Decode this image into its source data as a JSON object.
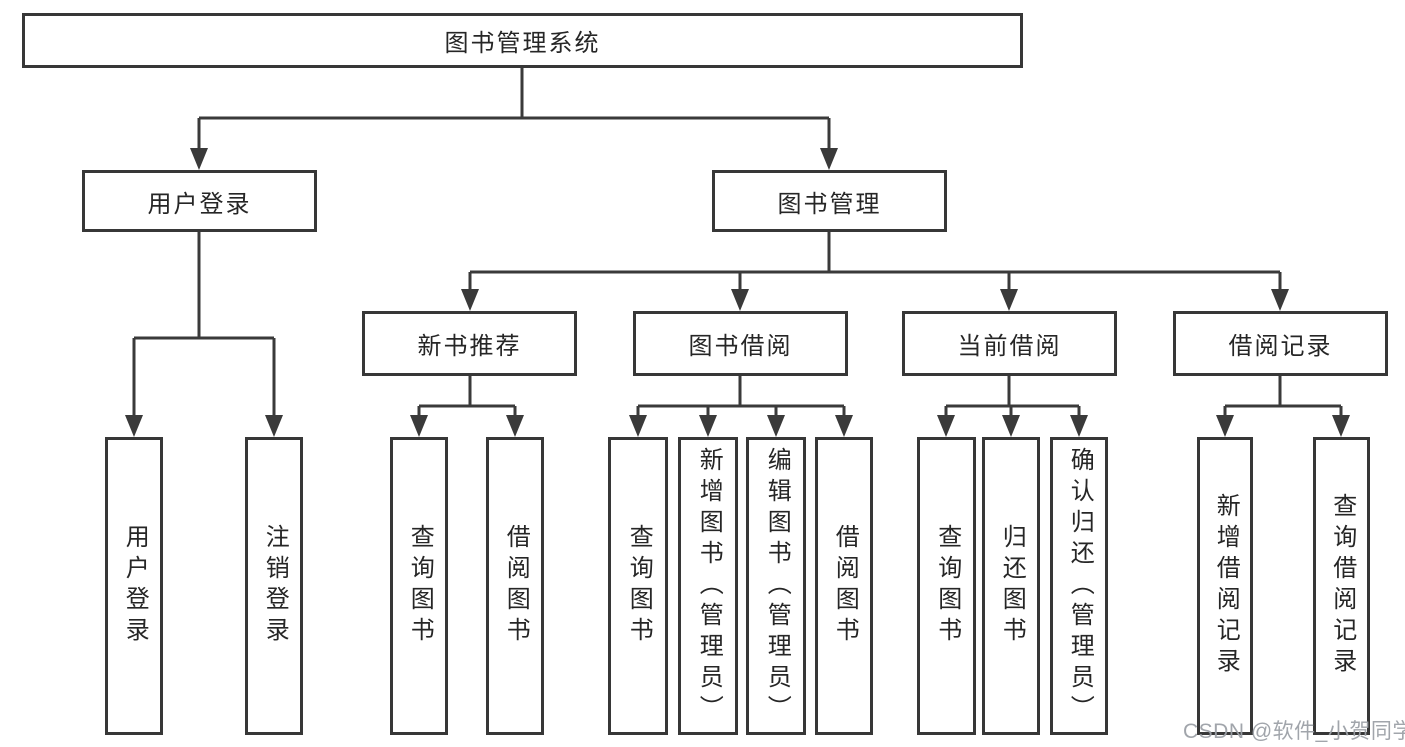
{
  "diagram": {
    "type": "tree",
    "root": {
      "label": "图书管理系统",
      "children": [
        {
          "label": "用户登录",
          "children": [
            {
              "label": "用户登录"
            },
            {
              "label": "注销登录"
            }
          ]
        },
        {
          "label": "图书管理",
          "children": [
            {
              "label": "新书推荐",
              "children": [
                {
                  "label": "查询图书"
                },
                {
                  "label": "借阅图书"
                }
              ]
            },
            {
              "label": "图书借阅",
              "children": [
                {
                  "label": "查询图书"
                },
                {
                  "label": "新增图书（管理员）"
                },
                {
                  "label": "编辑图书（管理员）"
                },
                {
                  "label": "借阅图书"
                }
              ]
            },
            {
              "label": "当前借阅",
              "children": [
                {
                  "label": "查询图书"
                },
                {
                  "label": "归还图书"
                },
                {
                  "label": "确认归还（管理员）"
                }
              ]
            },
            {
              "label": "借阅记录",
              "children": [
                {
                  "label": "新增借阅记录"
                },
                {
                  "label": "查询借阅记录"
                }
              ]
            }
          ]
        }
      ]
    }
  },
  "watermark": {
    "text": "CSDN @软件_小贺同学"
  },
  "colors": {
    "line": "#3a3a3a",
    "box_border": "#373737",
    "text": "#262626",
    "watermark": "#9ca0a6"
  }
}
